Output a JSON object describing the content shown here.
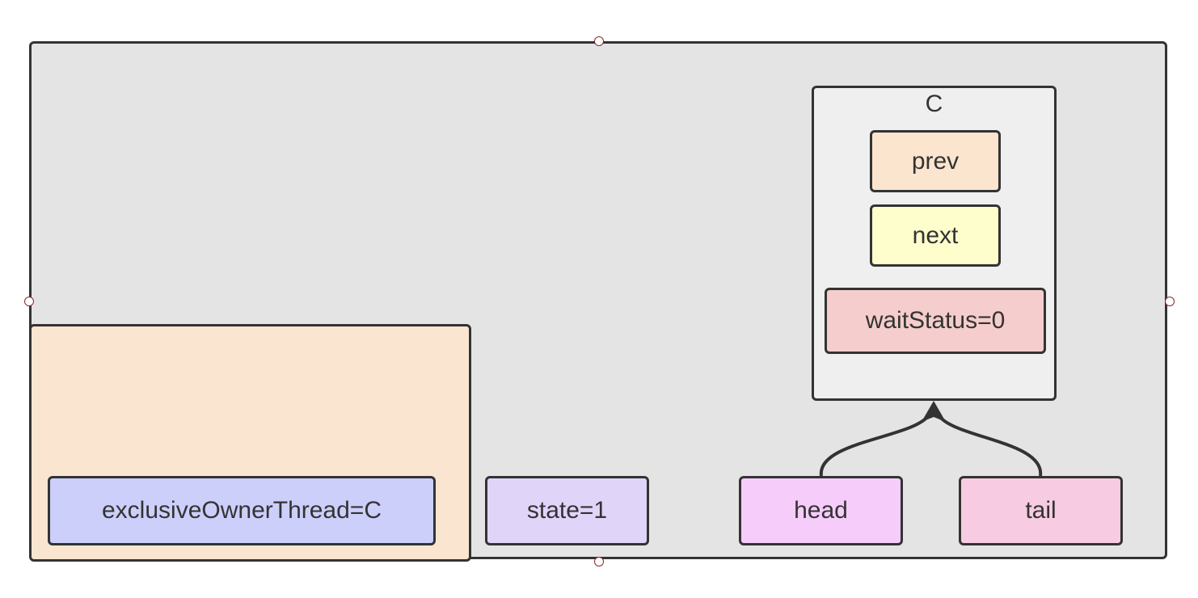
{
  "diagram": {
    "node_title": "C",
    "prev_label": "prev",
    "next_label": "next",
    "wait_status_label": "waitStatus=0",
    "owner_thread_label": "exclusiveOwnerThread=C",
    "state_label": "state=1",
    "head_label": "head",
    "tail_label": "tail",
    "edges": [
      {
        "from": "head",
        "to": "C"
      },
      {
        "from": "tail",
        "to": "C"
      }
    ],
    "colors": {
      "container": "#e4e4e4",
      "owner_area": "#fae6d0",
      "node": "#efefef",
      "prev": "#fbe5cf",
      "next": "#fefecd",
      "wait_status": "#f5cdcc",
      "owner_thread": "#cccffa",
      "state": "#e1d4f9",
      "head": "#f6ccfa",
      "tail": "#f7cbe1",
      "stroke": "#333333"
    }
  }
}
